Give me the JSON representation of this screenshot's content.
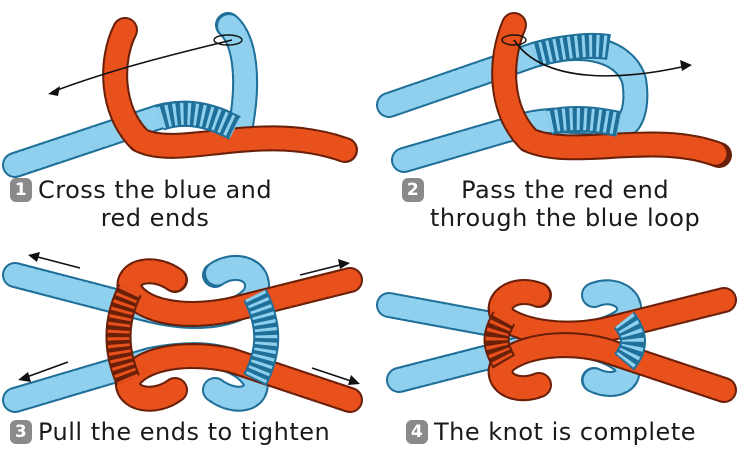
{
  "colors": {
    "blue_rope": "#8fd0ee",
    "blue_rope_stripe": "#3a9ccc",
    "red_rope": "#e8501c",
    "red_rope_stripe": "#8a2a0c",
    "badge": "#8a8a8a",
    "text": "#1a1a1a"
  },
  "steps": [
    {
      "number": "1",
      "lines": [
        "Cross the blue and",
        "red ends"
      ]
    },
    {
      "number": "2",
      "lines": [
        "Pass the red end",
        "through the blue loop"
      ]
    },
    {
      "number": "3",
      "lines": [
        "Pull the ends to tighten"
      ]
    },
    {
      "number": "4",
      "lines": [
        "The knot is complete"
      ]
    }
  ]
}
